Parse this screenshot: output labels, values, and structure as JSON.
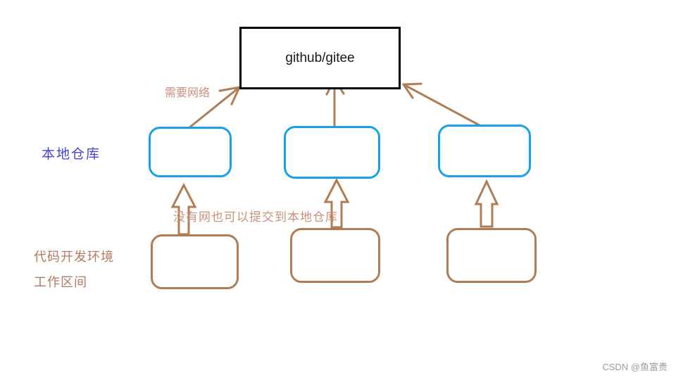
{
  "diagram": {
    "remote_box_label": "github/gitee",
    "labels": {
      "needs_network": "需要网络",
      "local_repo": "本地仓库",
      "offline_commit": "没有网也可以提交到本地仓库",
      "dev_env_line1": "代码开发环境",
      "dev_env_line2": "工作区间"
    },
    "watermark": "CSDN @鱼富贵"
  },
  "colors": {
    "brown": "#af7d55",
    "blue-box": "#18a2e5",
    "label-light-brown": "#c9907c",
    "label-brown": "#b5795f",
    "label-blue": "#4444d0",
    "remote-border": "#000000",
    "remote-text": "#1a1a1a",
    "watermark-gray": "#9c9c9c",
    "bg": "#ffffff"
  }
}
